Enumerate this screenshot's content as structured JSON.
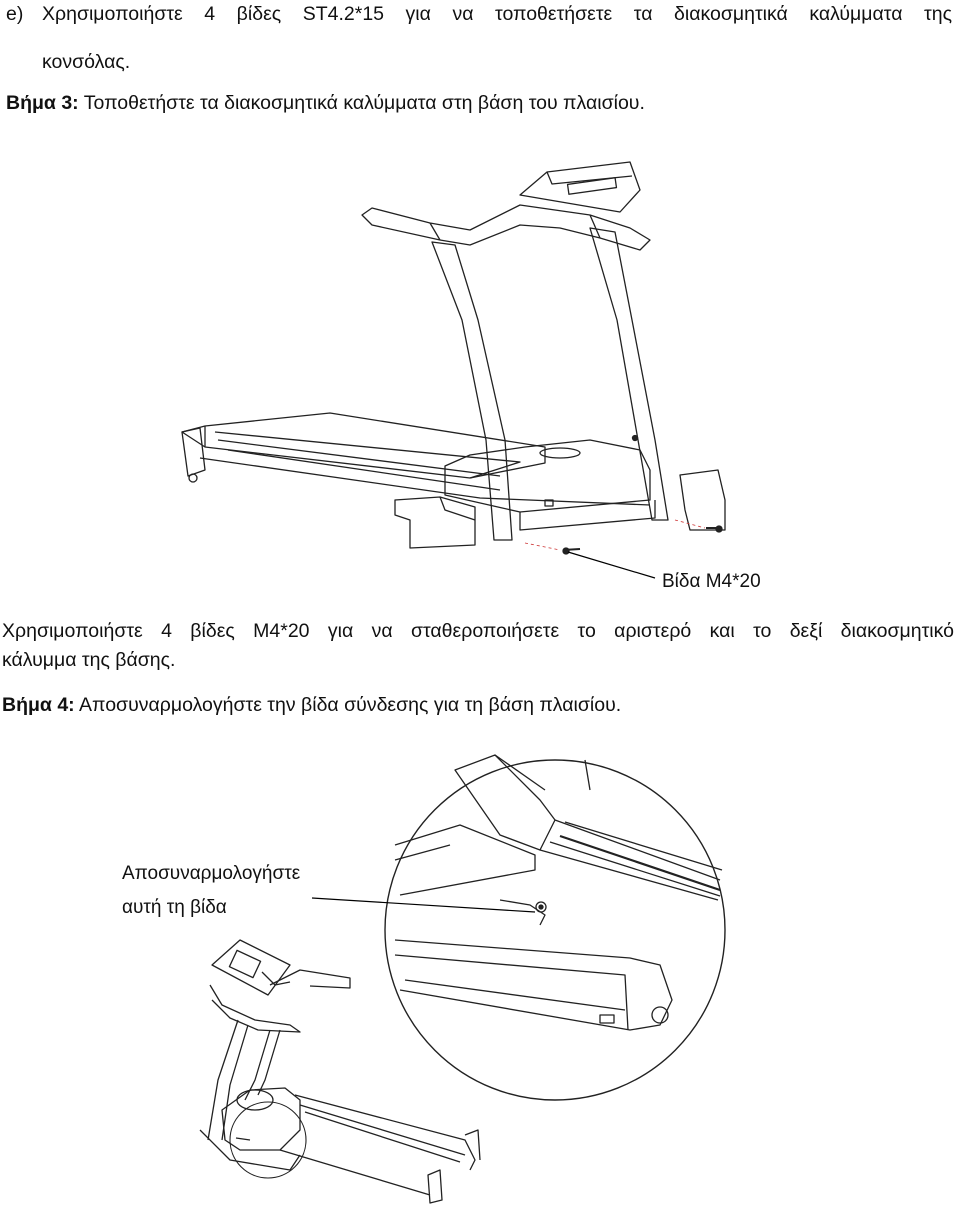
{
  "step_e": {
    "marker": "e)",
    "line1": "Χρησιμοποιήστε 4 βίδες ST4.2*15 για να τοποθετήσετε τα διακοσμητικά καλύμματα της",
    "line2": "κονσόλας."
  },
  "step3": {
    "prefix": "Βήμα 3:",
    "text": " Τοποθετήστε τα διακοσμητικά καλύμματα στη βάση του πλαισίου."
  },
  "figure1": {
    "callout": "Βίδα M4*20"
  },
  "instruction": {
    "line1": "Χρησιμοποιήστε 4 βίδες M4*20 για να σταθεροποιήσετε το αριστερό και το δεξί διακοσμητικό",
    "line2": "κάλυμμα της βάσης."
  },
  "step4": {
    "prefix": "Βήμα 4:",
    "text": " Αποσυναρμολογήστε την βίδα σύνδεσης για τη βάση πλαισίου."
  },
  "figure2": {
    "callout_line1": "Αποσυναρμολογήστε",
    "callout_line2": "αυτή τη βίδα"
  }
}
